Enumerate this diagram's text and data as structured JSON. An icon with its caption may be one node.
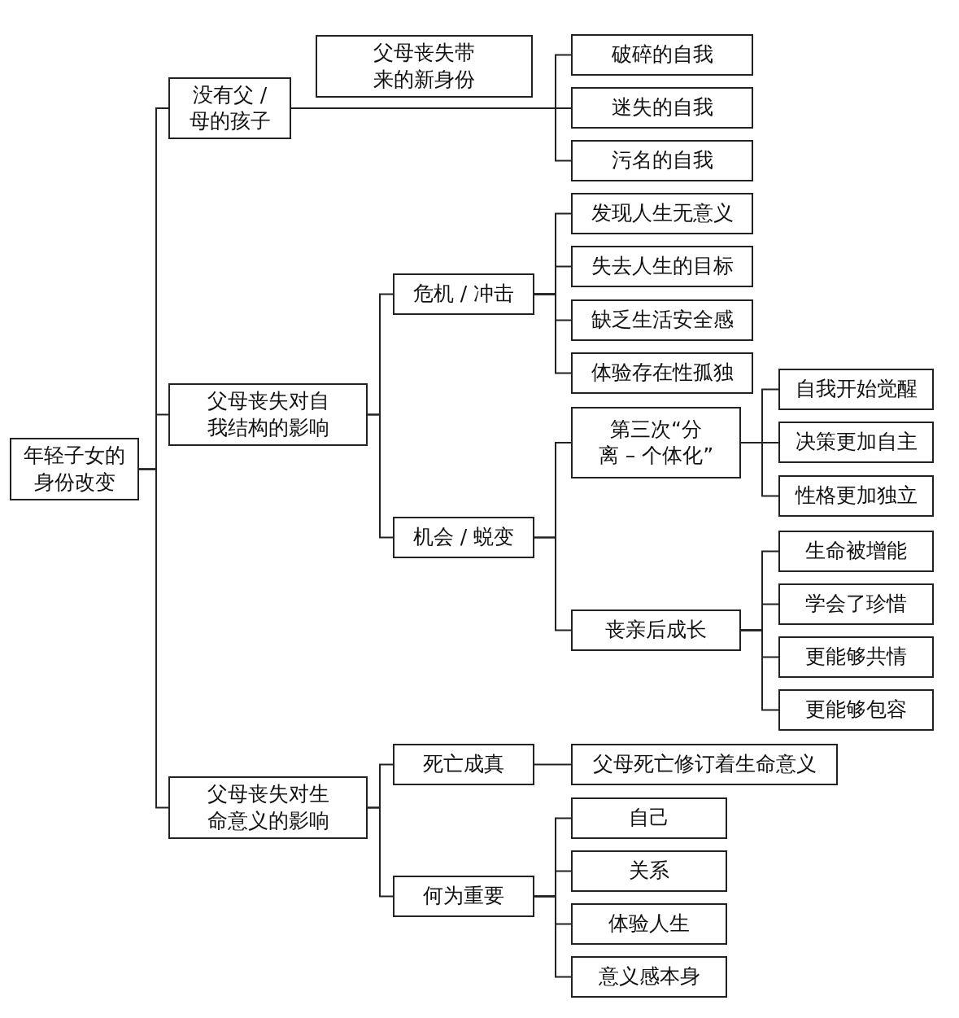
{
  "diagram": {
    "nodes": [
      {
        "text": [
          "年轻子女的身份改变"
        ]
      },
      {
        "text": [
          "没有父 / 母的孩子"
        ]
      },
      {
        "text": [
          "父母丧失带来的新身份"
        ]
      },
      {
        "text": [
          "破碎的自我"
        ]
      },
      {
        "text": [
          "迷失的自我"
        ]
      },
      {
        "text": [
          "污名的自我"
        ]
      },
      {
        "text": [
          "父母丧失对自我结构的影响"
        ]
      },
      {
        "text": [
          "危机 / 冲击"
        ]
      },
      {
        "text": [
          "发现人生无意义"
        ]
      },
      {
        "text": [
          "失去人生的目标"
        ]
      },
      {
        "text": [
          "缺乏生活安全感"
        ]
      },
      {
        "text": [
          "体验存在性孤独"
        ]
      },
      {
        "text": [
          "机会 / 蜕变"
        ]
      },
      {
        "text": [
          "第三次“分离 – 个体化”"
        ]
      },
      {
        "text": [
          "自我开始觉醒"
        ]
      },
      {
        "text": [
          "决策更加自主"
        ]
      },
      {
        "text": [
          "性格更加独立"
        ]
      },
      {
        "text": [
          "丧亲后成长"
        ]
      },
      {
        "text": [
          "生命被增能"
        ]
      },
      {
        "text": [
          "学会了珍惜"
        ]
      },
      {
        "text": [
          "更能够共情"
        ]
      },
      {
        "text": [
          "更能够包容"
        ]
      },
      {
        "text": [
          "父母丧失对生命意义的影响"
        ]
      },
      {
        "text": [
          "死亡成真"
        ]
      },
      {
        "text": [
          "父母死亡修订着生命意义"
        ]
      },
      {
        "text": [
          "何为重要"
        ]
      },
      {
        "text": [
          "自己"
        ]
      },
      {
        "text": [
          "关系"
        ]
      },
      {
        "text": [
          "体验人生"
        ]
      },
      {
        "text": [
          "意义感本身"
        ]
      }
    ],
    "edges": [
      {
        "from": 0,
        "to": 1,
        "arrow": "none"
      },
      {
        "from": 0,
        "to": 6,
        "arrow": "none"
      },
      {
        "from": 0,
        "to": 22,
        "arrow": "none"
      },
      {
        "from": 1,
        "to": 3,
        "arrow": "none"
      },
      {
        "from": 1,
        "to": 4,
        "arrow": "none"
      },
      {
        "from": 1,
        "to": 5,
        "arrow": "none"
      },
      {
        "from": 6,
        "to": 7,
        "arrow": "none"
      },
      {
        "from": 6,
        "to": 12,
        "arrow": "none"
      },
      {
        "from": 7,
        "to": 8,
        "arrow": "none"
      },
      {
        "from": 7,
        "to": 9,
        "arrow": "none"
      },
      {
        "from": 7,
        "to": 10,
        "arrow": "none"
      },
      {
        "from": 7,
        "to": 11,
        "arrow": "none"
      },
      {
        "from": 12,
        "to": 13,
        "arrow": "none"
      },
      {
        "from": 12,
        "to": 17,
        "arrow": "none"
      },
      {
        "from": 13,
        "to": 14,
        "arrow": "none"
      },
      {
        "from": 13,
        "to": 15,
        "arrow": "none"
      },
      {
        "from": 13,
        "to": 16,
        "arrow": "none"
      },
      {
        "from": 17,
        "to": 18,
        "arrow": "none"
      },
      {
        "from": 17,
        "to": 19,
        "arrow": "none"
      },
      {
        "from": 17,
        "to": 20,
        "arrow": "none"
      },
      {
        "from": 17,
        "to": 21,
        "arrow": "none"
      },
      {
        "from": 22,
        "to": 23,
        "arrow": "none"
      },
      {
        "from": 22,
        "to": 25,
        "arrow": "none"
      },
      {
        "from": 23,
        "to": 24,
        "arrow": "none"
      },
      {
        "from": 25,
        "to": 26,
        "arrow": "none"
      },
      {
        "from": 25,
        "to": 27,
        "arrow": "none"
      },
      {
        "from": 25,
        "to": 28,
        "arrow": "none"
      },
      {
        "from": 25,
        "to": 29,
        "arrow": "none"
      }
    ]
  }
}
